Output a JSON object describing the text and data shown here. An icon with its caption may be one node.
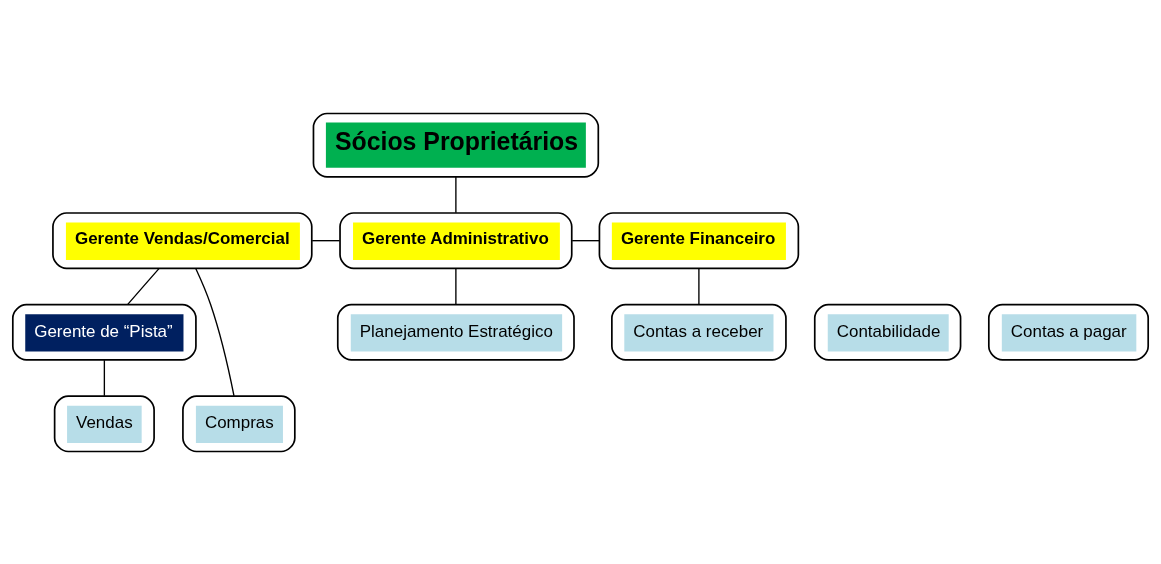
{
  "diagram": {
    "nodes": [
      {
        "text": [
          "Sócios Proprietários"
        ]
      },
      {
        "text": [
          "Gerente Vendas/Comercial"
        ]
      },
      {
        "text": [
          "Gerente Administrativo"
        ]
      },
      {
        "text": [
          "Gerente Financeiro"
        ]
      },
      {
        "text": [
          "Gerente de “Pista”"
        ]
      },
      {
        "text": [
          "Vendas"
        ]
      },
      {
        "text": [
          "Compras"
        ]
      },
      {
        "text": [
          "Planejamento Estratégico"
        ]
      },
      {
        "text": [
          "Contabilidade"
        ]
      },
      {
        "text": [
          "Contas a receber"
        ]
      },
      {
        "text": [
          "Contas a pagar"
        ]
      }
    ],
    "edges": [
      {
        "from": 0,
        "to": 2,
        "arrow": "none"
      },
      {
        "from": 1,
        "to": 2,
        "arrow": "none"
      },
      {
        "from": 2,
        "to": 3,
        "arrow": "none"
      },
      {
        "from": 1,
        "to": 4,
        "arrow": "none"
      },
      {
        "from": 4,
        "to": 5,
        "arrow": "none"
      },
      {
        "from": 1,
        "to": 6,
        "arrow": "none"
      },
      {
        "from": 2,
        "to": 7,
        "arrow": "none"
      },
      {
        "from": 3,
        "to": 9,
        "arrow": "none"
      }
    ]
  }
}
